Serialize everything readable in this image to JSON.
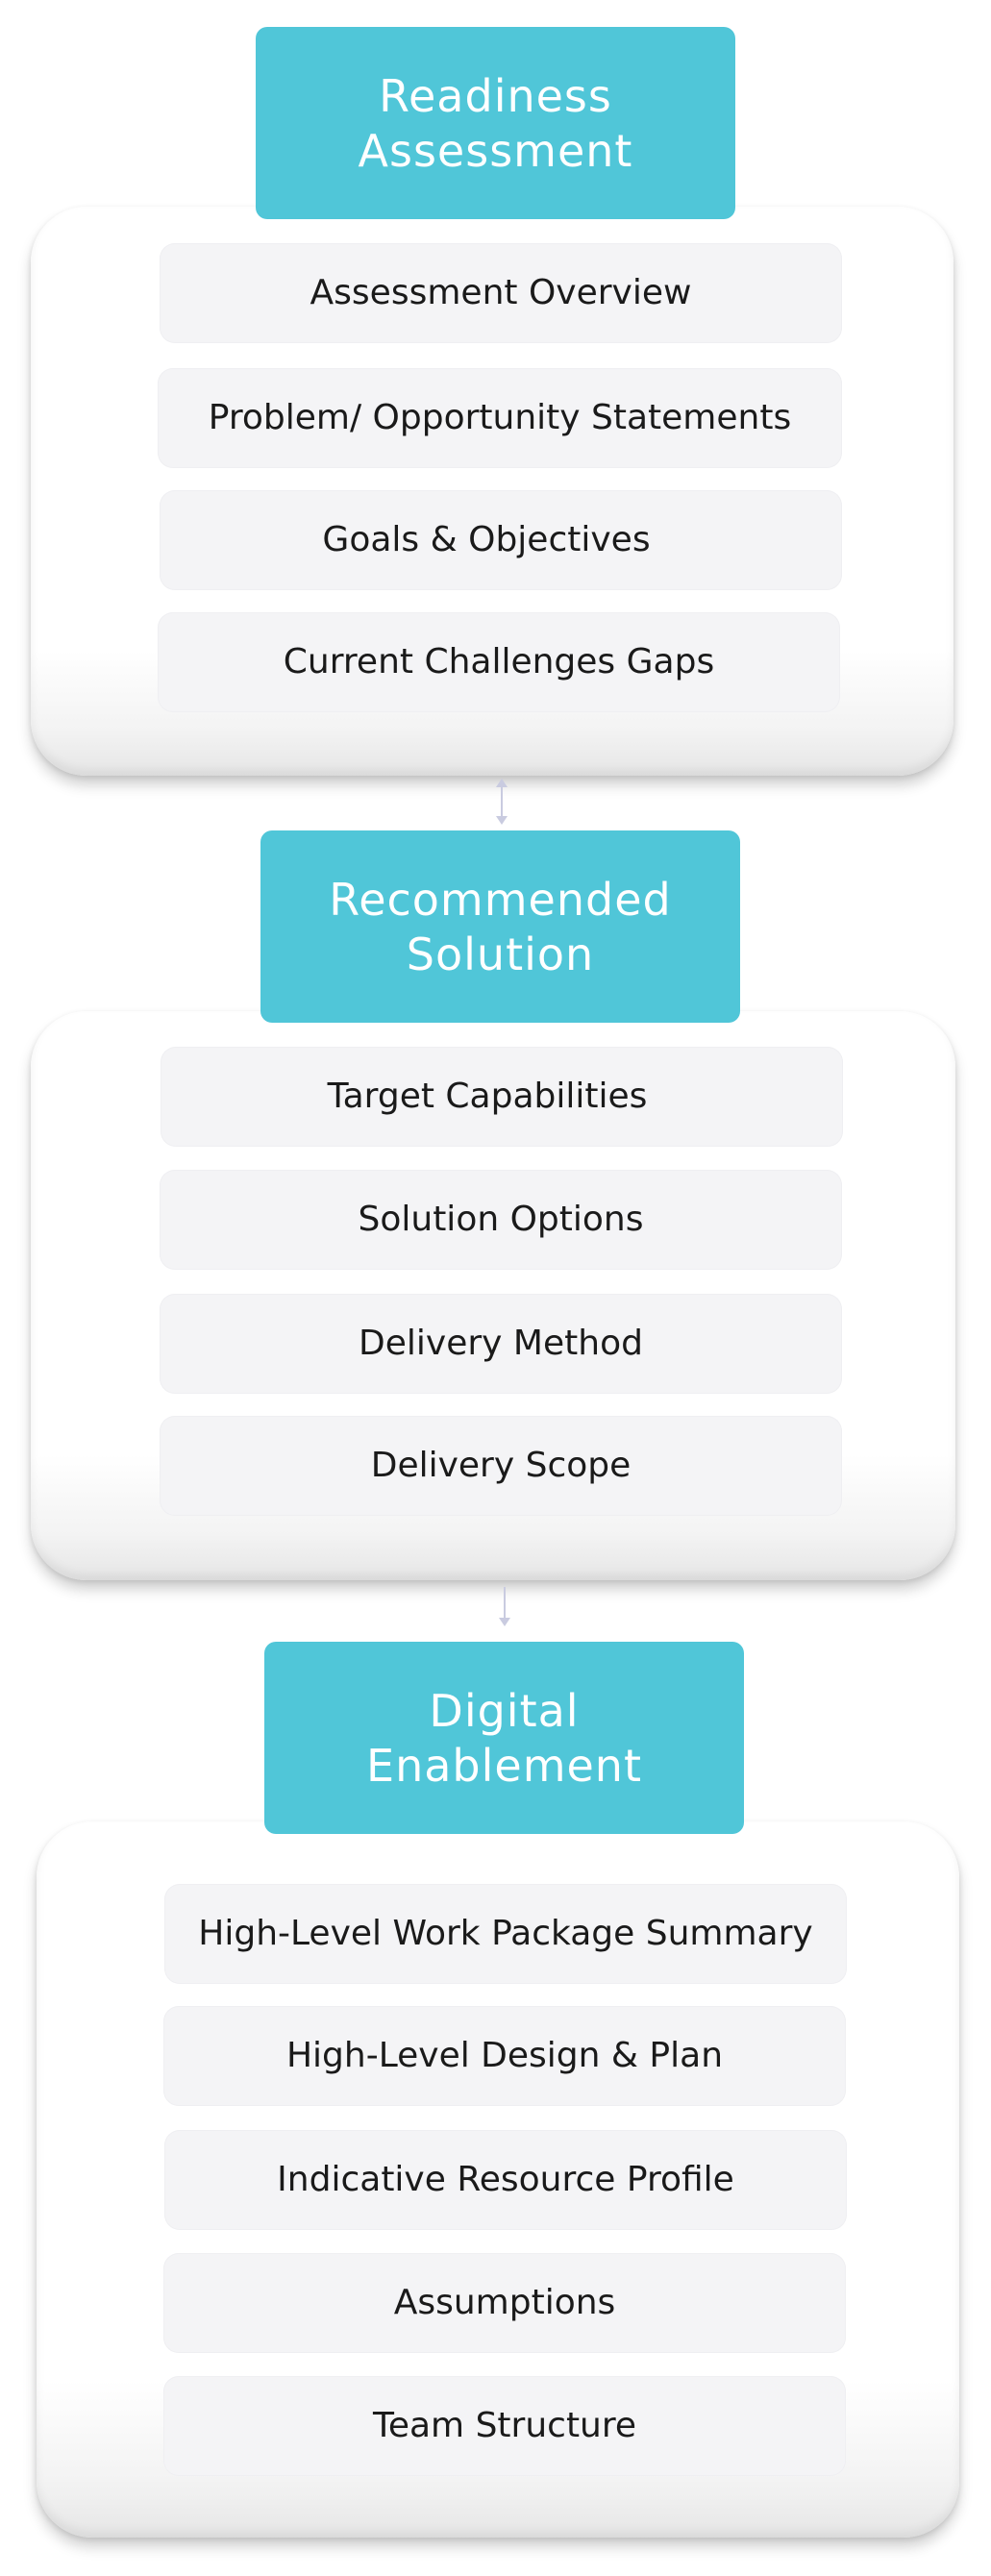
{
  "colors": {
    "header_bg": "#50c6d8",
    "header_text": "#ffffff",
    "item_bg": "#f4f4f6",
    "connector": "#c9cbe0"
  },
  "sections": [
    {
      "header": {
        "line1": "Readiness",
        "line2": "Assessment"
      },
      "items": [
        "Assessment Overview",
        "Problem/ Opportunity Statements",
        "Goals & Objectives",
        "Current Challenges Gaps"
      ]
    },
    {
      "header": {
        "line1": "Recommended",
        "line2": "Solution"
      },
      "items": [
        "Target Capabilities",
        "Solution Options",
        "Delivery Method",
        "Delivery Scope"
      ]
    },
    {
      "header": {
        "line1": "Digital",
        "line2": "Enablement"
      },
      "items": [
        "High-Level Work Package Summary",
        "High-Level Design & Plan",
        "Indicative Resource Profile",
        "Assumptions",
        "Team Structure"
      ]
    }
  ],
  "connectors": [
    {
      "from": "sections.0",
      "to": "sections.1",
      "style": "bidirectional-arrow"
    },
    {
      "from": "sections.1",
      "to": "sections.2",
      "style": "down-arrow"
    }
  ]
}
